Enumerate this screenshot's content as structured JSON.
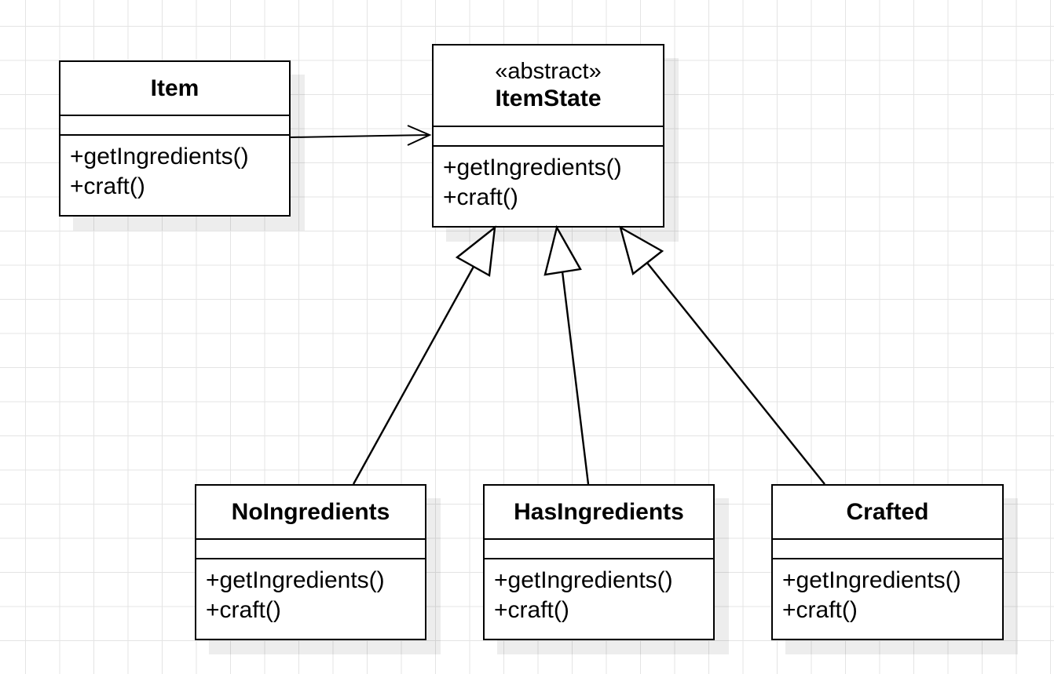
{
  "diagram": {
    "classes": {
      "item": {
        "name": "Item",
        "operations": [
          "+getIngredients()",
          "+craft()"
        ]
      },
      "item_state": {
        "stereotype": "«abstract»",
        "name": "ItemState",
        "operations": [
          "+getIngredients()",
          "+craft()"
        ]
      },
      "no_ingredients": {
        "name": "NoIngredients",
        "operations": [
          "+getIngredients()",
          "+craft()"
        ]
      },
      "has_ingredients": {
        "name": "HasIngredients",
        "operations": [
          "+getIngredients()",
          "+craft()"
        ]
      },
      "crafted": {
        "name": "Crafted",
        "operations": [
          "+getIngredients()",
          "+craft()"
        ]
      }
    },
    "relationships": [
      {
        "type": "association",
        "from": "Item",
        "to": "ItemState"
      },
      {
        "type": "generalization",
        "from": "NoIngredients",
        "to": "ItemState"
      },
      {
        "type": "generalization",
        "from": "HasIngredients",
        "to": "ItemState"
      },
      {
        "type": "generalization",
        "from": "Crafted",
        "to": "ItemState"
      }
    ],
    "colors": {
      "line": "#000000",
      "box_fill": "#ffffff",
      "grid": "#e4e4e4"
    }
  }
}
